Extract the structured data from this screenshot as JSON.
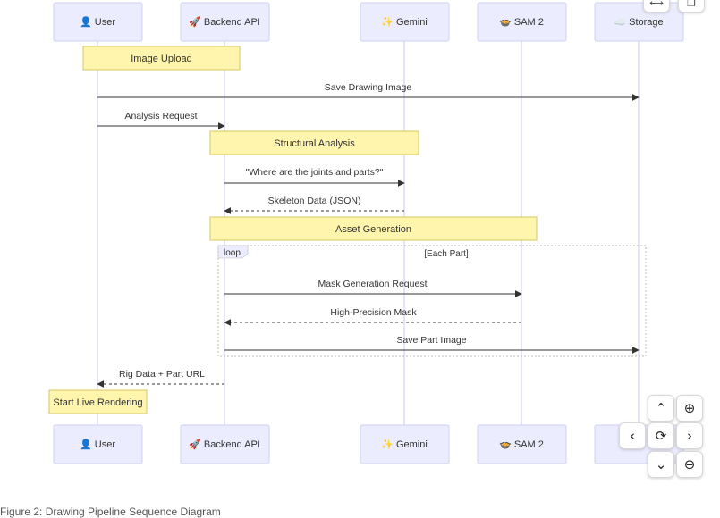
{
  "participants": [
    {
      "id": "user",
      "icon": "👤",
      "label": "User"
    },
    {
      "id": "backend",
      "icon": "🚀",
      "label": "Backend API"
    },
    {
      "id": "gemini",
      "icon": "✨",
      "label": "Gemini"
    },
    {
      "id": "sam2",
      "icon": "🍲",
      "label": "SAM 2"
    },
    {
      "id": "storage",
      "icon": "☁️",
      "label": "Storage"
    }
  ],
  "notes": [
    {
      "id": "image-upload",
      "text": "Image Upload"
    },
    {
      "id": "structural-analysis",
      "text": "Structural Analysis"
    },
    {
      "id": "asset-generation",
      "text": "Asset Generation"
    },
    {
      "id": "start-live-rendering",
      "text": "Start Live Rendering"
    }
  ],
  "messages": [
    {
      "id": "save-drawing-image",
      "text": "Save Drawing Image",
      "from": "user",
      "to": "storage",
      "dashed": false
    },
    {
      "id": "analysis-request",
      "text": "Analysis Request",
      "from": "user",
      "to": "backend",
      "dashed": false
    },
    {
      "id": "where-joints-parts",
      "text": "\"Where are the joints and parts?\"",
      "from": "backend",
      "to": "gemini",
      "dashed": false
    },
    {
      "id": "skeleton-data",
      "text": "Skeleton Data (JSON)",
      "from": "gemini",
      "to": "backend",
      "dashed": true
    },
    {
      "id": "mask-generation-request",
      "text": "Mask Generation Request",
      "from": "backend",
      "to": "sam2",
      "dashed": false
    },
    {
      "id": "high-precision-mask",
      "text": "High-Precision Mask",
      "from": "sam2",
      "to": "backend",
      "dashed": true
    },
    {
      "id": "save-part-image",
      "text": "Save Part Image",
      "from": "backend",
      "to": "storage",
      "dashed": false
    },
    {
      "id": "rig-data-part-url",
      "text": "Rig Data + Part URL",
      "from": "backend",
      "to": "user",
      "dashed": true
    }
  ],
  "loop": {
    "keyword": "loop",
    "condition": "[Each Part]"
  },
  "controls": {
    "up": "⌃",
    "zoom_in": "⊕",
    "left": "‹",
    "reset": "⟳",
    "right": "›",
    "down": "⌄",
    "zoom_out": "⊖",
    "expand": "⟷",
    "copy": "❐"
  },
  "footer_text": "Figure 2: Drawing Pipeline Sequence Diagram",
  "colors": {
    "actor_fill": "#ececff",
    "actor_stroke": "#cfcff5",
    "lifeline": "#c9c9f0",
    "note_fill": "#fff5ad",
    "note_stroke": "#d5c860",
    "message_line": "#333333",
    "loop_border": "#bbbbbb",
    "loop_label_fill": "#ececff"
  }
}
